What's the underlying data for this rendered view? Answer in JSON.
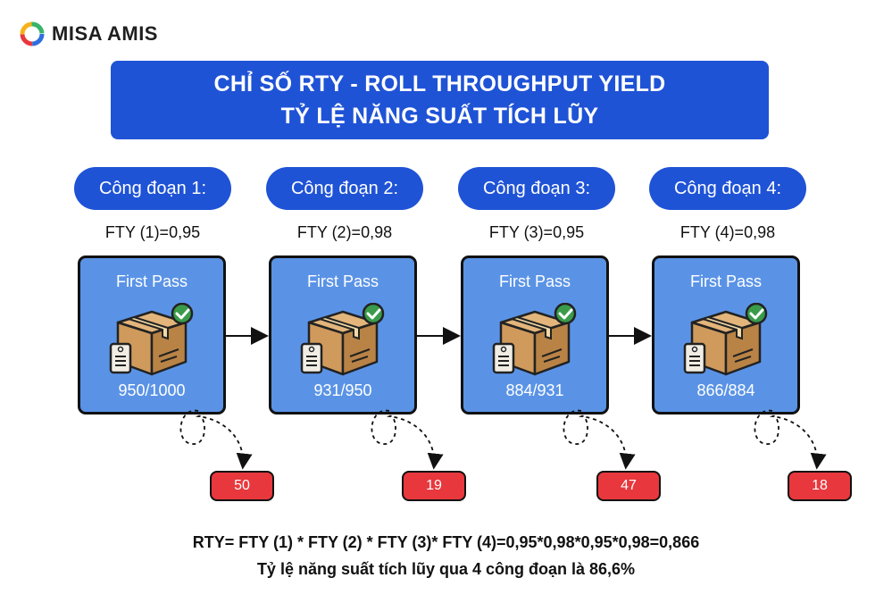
{
  "brand": {
    "name": "MISA AMIS",
    "icon": "misa-logo-icon"
  },
  "title": {
    "line1": "CHỈ SỐ RTY - ROLL THROUGHPUT YIELD",
    "line2": "TỶ LỆ NĂNG SUẤT TÍCH LŨY"
  },
  "stages": [
    {
      "label": "Công đoạn 1:",
      "fty": "FTY (1)=0,95",
      "card_title": "First Pass",
      "ratio": "950/1000",
      "defects": "50"
    },
    {
      "label": "Công đoạn 2:",
      "fty": "FTY (2)=0,98",
      "card_title": "First Pass",
      "ratio": "931/950",
      "defects": "19"
    },
    {
      "label": "Công đoạn 3:",
      "fty": "FTY (3)=0,95",
      "card_title": "First Pass",
      "ratio": "884/931",
      "defects": "47"
    },
    {
      "label": "Công đoạn 4:",
      "fty": "FTY (4)=0,98",
      "card_title": "First Pass",
      "ratio": "866/884",
      "defects": "18"
    }
  ],
  "formula": "RTY= FTY (1) * FTY (2) * FTY (3)* FTY (4)=0,95*0,98*0,95*0,98=0,866",
  "conclusion": "Tỷ lệ năng suất tích lũy qua 4 công đoạn là 86,6%",
  "colors": {
    "primary": "#1f53d6",
    "card": "#5a93e6",
    "badge": "#e8383d",
    "check": "#3a9b4a",
    "box": "#c99a63"
  }
}
